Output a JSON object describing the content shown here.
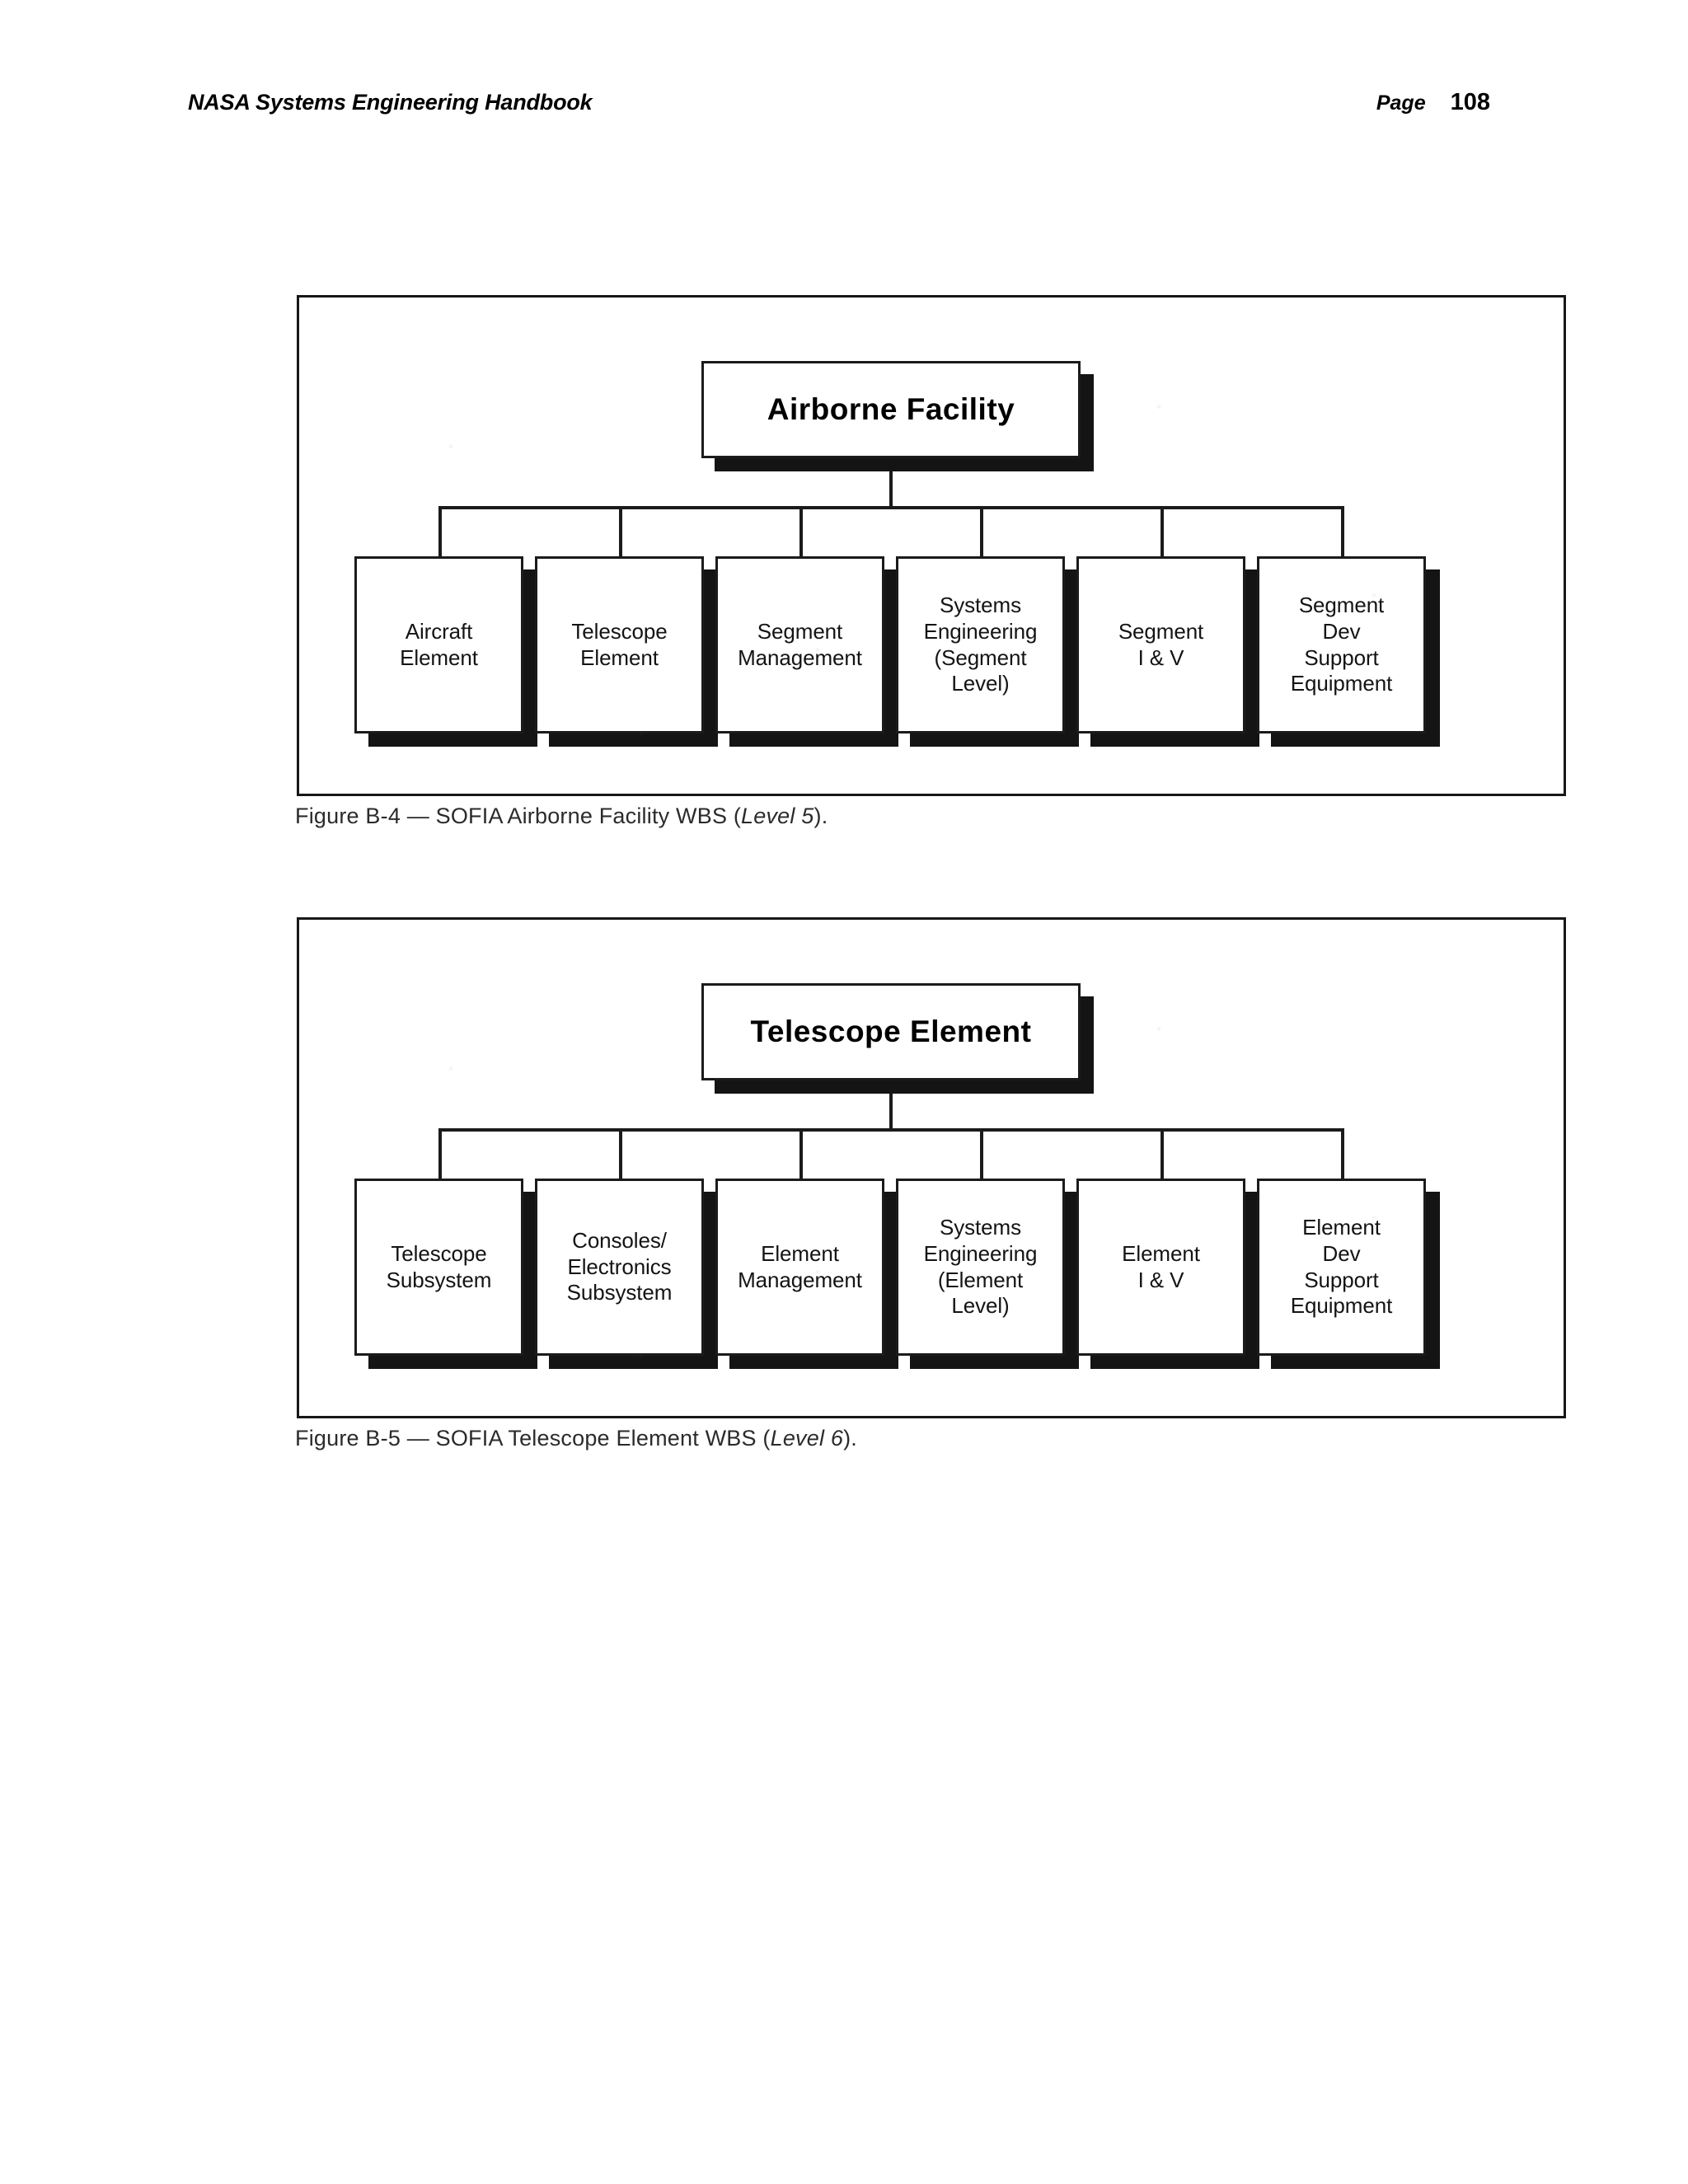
{
  "header": {
    "title": "NASA Systems Engineering Handbook",
    "page_label": "Page",
    "page_number": "108"
  },
  "figures": [
    {
      "id": "figure-1",
      "caption_prefix": "Figure B-4 — SOFIA Airborne Facility WBS (",
      "caption_level": "Level 5",
      "caption_suffix": ").",
      "root": {
        "label": "Airborne Facility"
      },
      "children": [
        {
          "label": "Aircraft\nElement"
        },
        {
          "label": "Telescope\nElement"
        },
        {
          "label": "Segment\nManagement"
        },
        {
          "label": "Systems\nEngineering\n(Segment\nLevel)"
        },
        {
          "label": "Segment\nI & V"
        },
        {
          "label": "Segment\nDev\nSupport\nEquipment"
        }
      ]
    },
    {
      "id": "figure-2",
      "caption_prefix": "Figure B-5 — SOFIA Telescope Element WBS (",
      "caption_level": "Level 6",
      "caption_suffix": ").",
      "root": {
        "label": "Telescope Element"
      },
      "children": [
        {
          "label": "Telescope\nSubsystem"
        },
        {
          "label": "Consoles/\nElectronics\nSubsystem"
        },
        {
          "label": "Element\nManagement"
        },
        {
          "label": "Systems\nEngineering\n(Element\nLevel)"
        },
        {
          "label": "Element\nI & V"
        },
        {
          "label": "Element\nDev\nSupport\nEquipment"
        }
      ]
    }
  ],
  "colors": {
    "ink": "#141414",
    "border": "#1b1b1b",
    "paper": "#ffffff"
  }
}
